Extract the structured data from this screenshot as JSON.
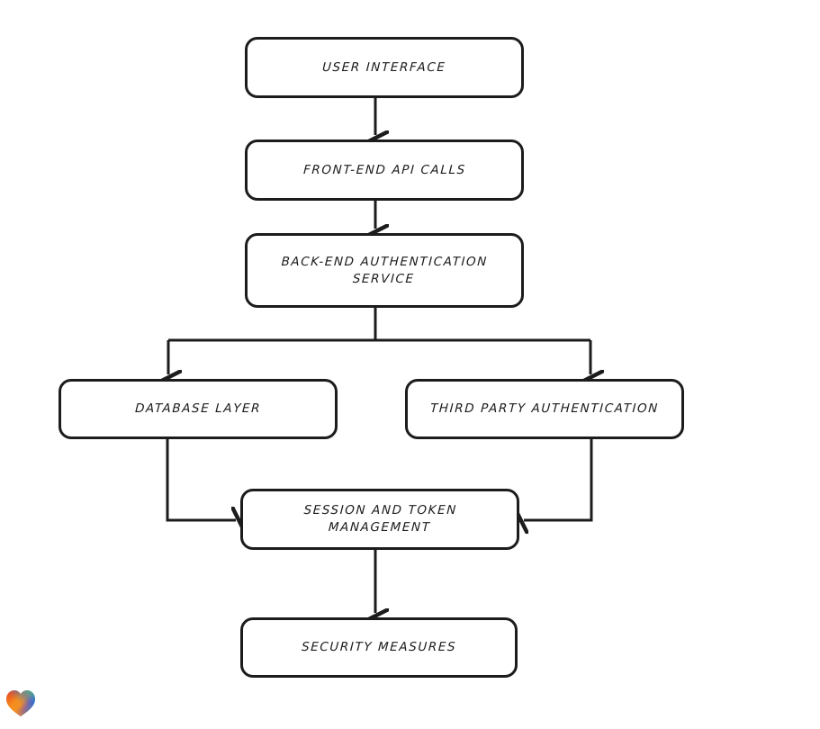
{
  "diagram": {
    "type": "flowchart",
    "orientation": "top-to-bottom",
    "background_color": "#ffffff",
    "stroke_color": "#1c1c1c",
    "node_fill_color": "#ffffff",
    "nodes": [
      {
        "id": "user-interface",
        "label": "User Interface"
      },
      {
        "id": "frontend-api-calls",
        "label": "Front-End API Calls"
      },
      {
        "id": "backend-auth",
        "label": "Back-End Authentication\nService"
      },
      {
        "id": "database-layer",
        "label": "Database Layer"
      },
      {
        "id": "third-party-auth",
        "label": "Third Party Authentication"
      },
      {
        "id": "session-token",
        "label": "Session and Token\nManagement"
      },
      {
        "id": "security-measures",
        "label": "Security Measures"
      }
    ],
    "edges": [
      {
        "from": "user-interface",
        "to": "frontend-api-calls",
        "direction": "down"
      },
      {
        "from": "frontend-api-calls",
        "to": "backend-auth",
        "direction": "down"
      },
      {
        "from": "backend-auth",
        "to": "database-layer",
        "direction": "down-branch-left"
      },
      {
        "from": "backend-auth",
        "to": "third-party-auth",
        "direction": "down-branch-right"
      },
      {
        "from": "database-layer",
        "to": "session-token",
        "direction": "down-then-right"
      },
      {
        "from": "third-party-auth",
        "to": "session-token",
        "direction": "down-then-left"
      },
      {
        "from": "session-token",
        "to": "security-measures",
        "direction": "down"
      }
    ]
  },
  "decoration": {
    "heart": {
      "name": "heart-emoji",
      "colors": [
        "#e8312a",
        "#f07a1e",
        "#f9a01b",
        "#2f6fd0",
        "#2bb3a3"
      ]
    }
  }
}
